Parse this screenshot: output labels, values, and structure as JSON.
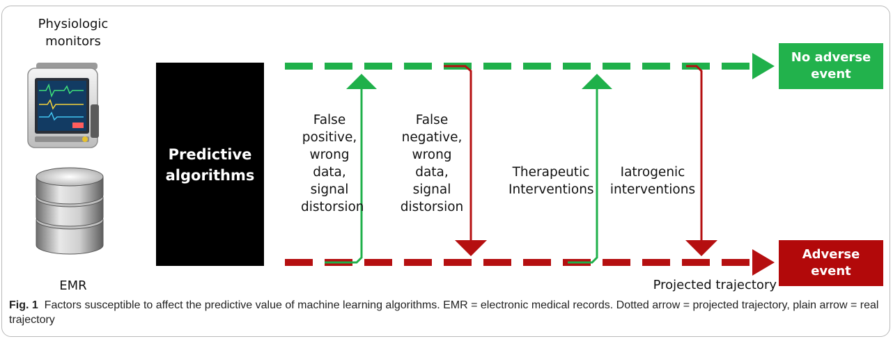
{
  "sources": {
    "physiologic_label": "Physiologic\nmonitors",
    "emr_label": "EMR"
  },
  "algorithm": {
    "label": "Predictive\nalgorithms"
  },
  "outcomes": {
    "no_adverse": "No adverse\nevent",
    "adverse": "Adverse\nevent"
  },
  "factors": [
    "False\npositive,\nwrong\ndata,\nsignal\ndistorsion",
    "False\nnegative,\nwrong\ndata,\nsignal\ndistorsion",
    "Therapeutic\nInterventions",
    "Iatrogenic\ninterventions"
  ],
  "projected_label": "Projected trajectory",
  "caption": {
    "fig_label": "Fig. 1",
    "text": "Factors susceptible to affect the predictive value of machine learning algorithms. EMR = electronic medical records. Dotted arrow = projected trajectory, plain arrow = real trajectory"
  },
  "colors": {
    "green": "#1fb04a",
    "green_box": "#22b24c",
    "red": "#b50f10",
    "red_box": "#b2090a",
    "black": "#000000"
  }
}
